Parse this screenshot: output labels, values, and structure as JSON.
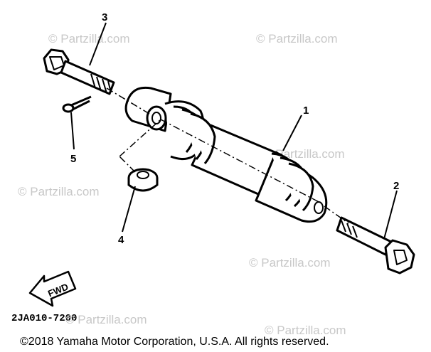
{
  "diagram": {
    "diagram_code": "2JA010-7200",
    "direction_label": "FWD",
    "copyright": "©2018 Yamaha Motor Corporation, U.S.A. All rights reserved.",
    "watermarks": [
      "© Partzilla.com",
      "© Partzilla.com",
      "© Partzilla.com",
      "© Partzilla.com",
      "© Partzilla.com",
      "© Partzilla.com",
      "© Partzilla.com"
    ],
    "callouts": {
      "shock_absorber": "1",
      "lower_bolt": "2",
      "upper_bolt": "3",
      "collar": "4",
      "cotter_pin": "5"
    }
  }
}
